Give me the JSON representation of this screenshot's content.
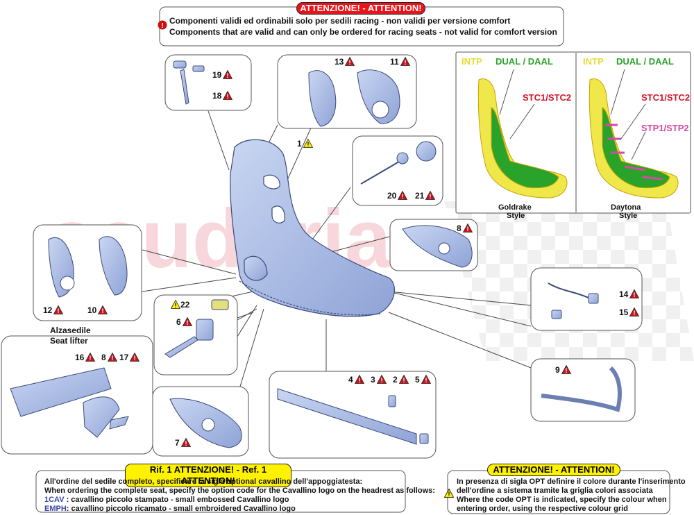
{
  "watermark": "scuderia",
  "top_notice": {
    "header": "ATTENZIONE! - ATTENTION!",
    "line_it": "Componenti validi ed ordinabili solo per sedili  racing - non validi per versione  comfort",
    "line_en": "Components that are valid and can only be ordered for racing  seats - not valid for comfort version"
  },
  "style_panel": {
    "left": {
      "intp": "INTP",
      "dual": "DUAL / DAAL",
      "stc": "STC1/STC2",
      "name_1": "Goldrake",
      "name_2": "Style"
    },
    "right": {
      "intp": "INTP",
      "dual": "DUAL / DAAL",
      "stc": "STC1/STC2",
      "stp": "STP1/STP2",
      "name_1": "Daytona",
      "name_2": "Style"
    },
    "colors": {
      "intp": "#f0e84a",
      "dual": "#2aa32a",
      "stc": "#d4142a",
      "stp": "#d44aa8"
    }
  },
  "seat_lifter": {
    "title_it": "Alzasedile",
    "title_en": "Seat lifter"
  },
  "parts": [
    {
      "num": "1",
      "warn": "yellow"
    },
    {
      "num": "2",
      "warn": "red"
    },
    {
      "num": "3",
      "warn": "red"
    },
    {
      "num": "4",
      "warn": "red"
    },
    {
      "num": "5",
      "warn": "red"
    },
    {
      "num": "6",
      "warn": "red"
    },
    {
      "num": "7",
      "warn": "red"
    },
    {
      "num": "8",
      "warn": "red"
    },
    {
      "num": "8",
      "warn": "red"
    },
    {
      "num": "9",
      "warn": "red"
    },
    {
      "num": "10",
      "warn": "red"
    },
    {
      "num": "11",
      "warn": "red"
    },
    {
      "num": "12",
      "warn": "red"
    },
    {
      "num": "13",
      "warn": "red"
    },
    {
      "num": "14",
      "warn": "red"
    },
    {
      "num": "15",
      "warn": "red"
    },
    {
      "num": "16",
      "warn": "red"
    },
    {
      "num": "17",
      "warn": "red"
    },
    {
      "num": "18",
      "warn": "red"
    },
    {
      "num": "19",
      "warn": "red"
    },
    {
      "num": "20",
      "warn": "red"
    },
    {
      "num": "21",
      "warn": "red"
    },
    {
      "num": "22",
      "warn": "yellow"
    }
  ],
  "ref_note": {
    "header": "Rif. 1 ATTENZIONE! - Ref. 1 ATTENTION!",
    "line1": "All'ordine del sedile completo, specificare la sigla optional cavallino dell'appoggiatesta:",
    "line2": "When ordering the complete seat, specify the option code for the Cavallino logo on the headrest as follows:",
    "code1": "1CAV",
    "desc1": " : cavallino piccolo stampato - small embossed Cavallino logo",
    "code2": "EMPH",
    "desc2": ": cavallino piccolo ricamato - small embroidered Cavallino logo"
  },
  "opt_note": {
    "header": "ATTENZIONE! - ATTENTION!",
    "line1": "In presenza di sigla OPT definire il colore durante l'inserimento",
    "line2": "dell'ordine a sistema tramite la griglia colori associata",
    "line3": "Where the code OPT is indicated, specify the colour when",
    "line4": "entering order, using the respective colour grid"
  }
}
